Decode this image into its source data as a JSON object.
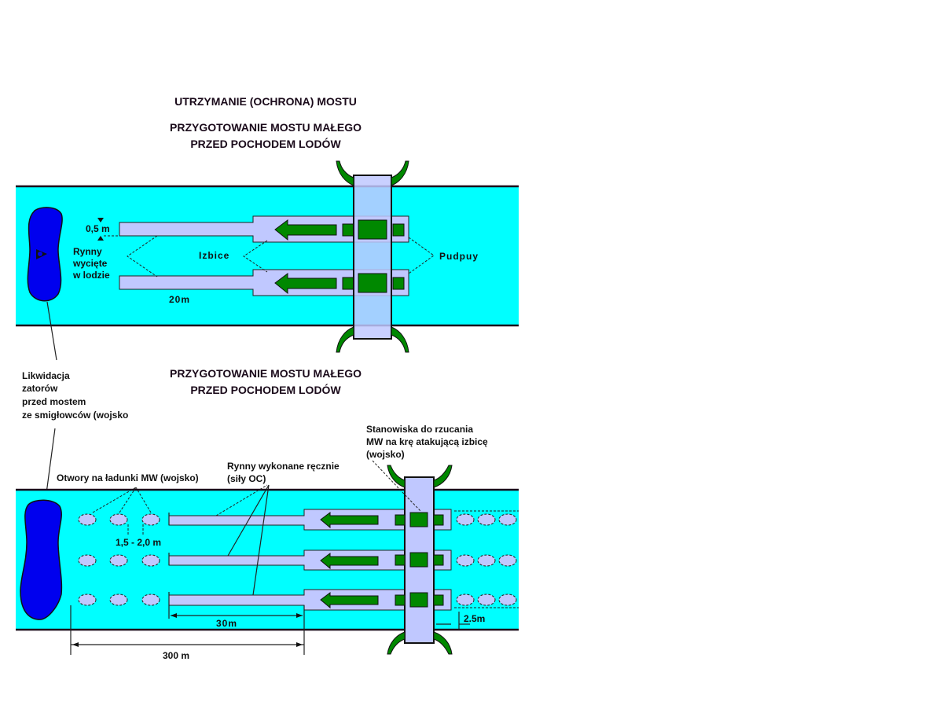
{
  "titles": {
    "main": "UTRZYMANIE (OCHRONA) MOSTU",
    "top_line1": "PRZYGOTOWANIE MOSTU MAŁEGO",
    "top_line2": "PRZED POCHODEM LODÓW",
    "bottom_line1": "PRZYGOTOWANIE MOSTU MAŁEGO",
    "bottom_line2": "PRZED POCHODEM LODÓW"
  },
  "top_diagram": {
    "width_label": "0,5 m",
    "channels_label": [
      "Rynny",
      "wycięte",
      "w lodzie"
    ],
    "icebreakers_label": "Izbice",
    "piers_label": "Pudpuy",
    "length_label": "20m"
  },
  "left_annotation": {
    "lines": [
      "Likwidacja",
      "zatorów",
      "przed mostem",
      "ze smigłowców (wojsko"
    ]
  },
  "bottom_diagram": {
    "positions_label": [
      "Stanowiska do rzucania",
      "MW na krę atakującą izbicę",
      "(wojsko)"
    ],
    "holes_label": "Otwory na ładunki MW (wojsko)",
    "manual_channels_label": [
      "Rynny wykonane ręcznie",
      "(siły OC)"
    ],
    "hole_spacing_label": "1,5 - 2,0 m",
    "channel_length_label": "30m",
    "total_length_label": "300 m",
    "side_gap_label": "2.5m"
  },
  "colors": {
    "river": "#00ffff",
    "ice_channel": "#c0c8ff",
    "icebreaker_green": "#008800",
    "ice_jam_blue": "#0000ee"
  }
}
